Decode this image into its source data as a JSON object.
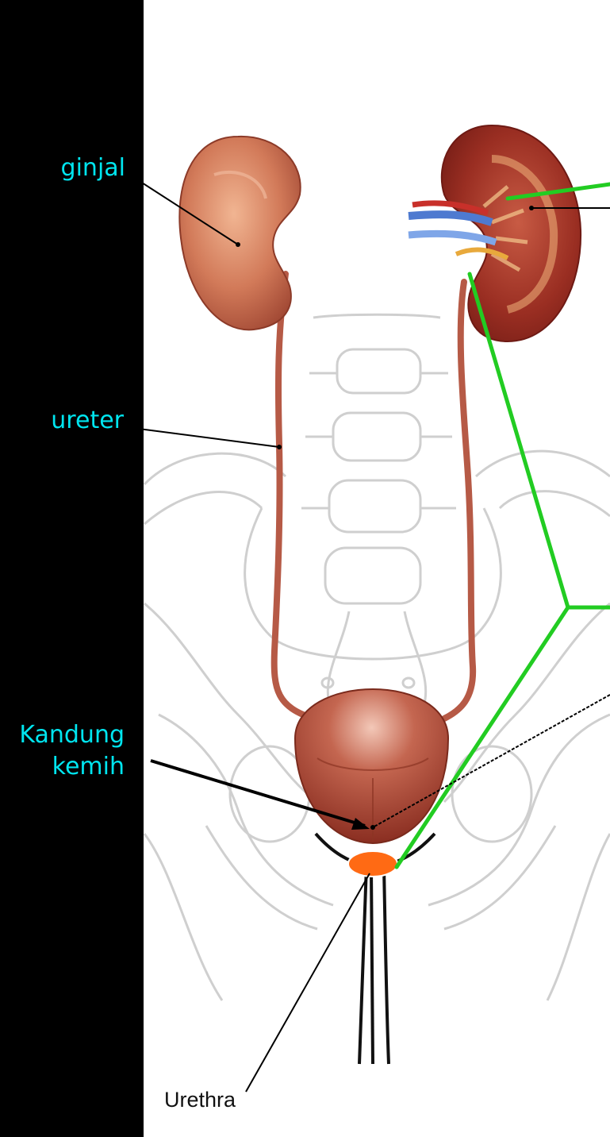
{
  "labels": {
    "ginjal": "ginjal",
    "ureter": "ureter",
    "kandung_line1": "Kandung",
    "kandung_line2": "kemih",
    "urethra": "Urethra"
  },
  "colors": {
    "panel": "#000000",
    "label_text": "#00e5ef",
    "kidney": "#c9694a",
    "kidney_cut": "#8c2a1e",
    "ureter": "#b65a46",
    "bladder": "#a8432f",
    "highlight_line": "#22cc22",
    "urethra_marker": "#ff6a14",
    "bone_outline": "#cfcfcf",
    "leader_line": "#000000"
  },
  "icons": [
    "kidney-left-icon",
    "kidney-right-cutaway-icon",
    "bladder-icon",
    "spine-icon",
    "pelvis-icon",
    "urethra-marker-icon"
  ]
}
